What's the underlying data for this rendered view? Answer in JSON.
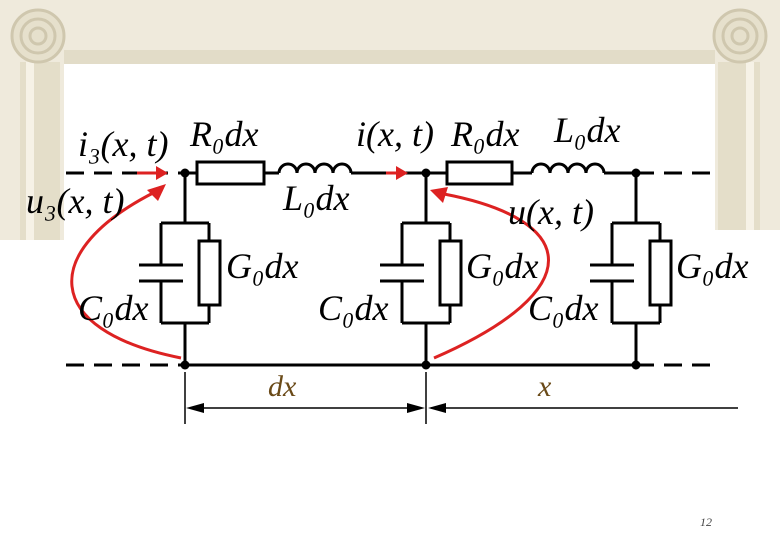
{
  "colors": {
    "frame": "#efeadc",
    "frame_shade": "#d8d1bb",
    "wire": "#000000",
    "arrow": "#dd2222",
    "dimension_text": "#6a4a18"
  },
  "labels": {
    "i3": "i₃(x, t)",
    "u3": "u₃(x, t)",
    "i": "i(x, t)",
    "u": "u(x, t)",
    "r0dx_1": "R₀dx",
    "r0dx_2": "R₀dx",
    "l0dx_1": "L₀dx",
    "l0dx_2": "L₀dx",
    "g0dx_1": "G₀dx",
    "g0dx_2": "G₀dx",
    "g0dx_3": "G₀dx",
    "c0dx_1": "C₀dx",
    "c0dx_2": "C₀dx",
    "c0dx_3": "C₀dx",
    "dim_dx": "dx",
    "dim_x": "x"
  },
  "slide_number": "12"
}
